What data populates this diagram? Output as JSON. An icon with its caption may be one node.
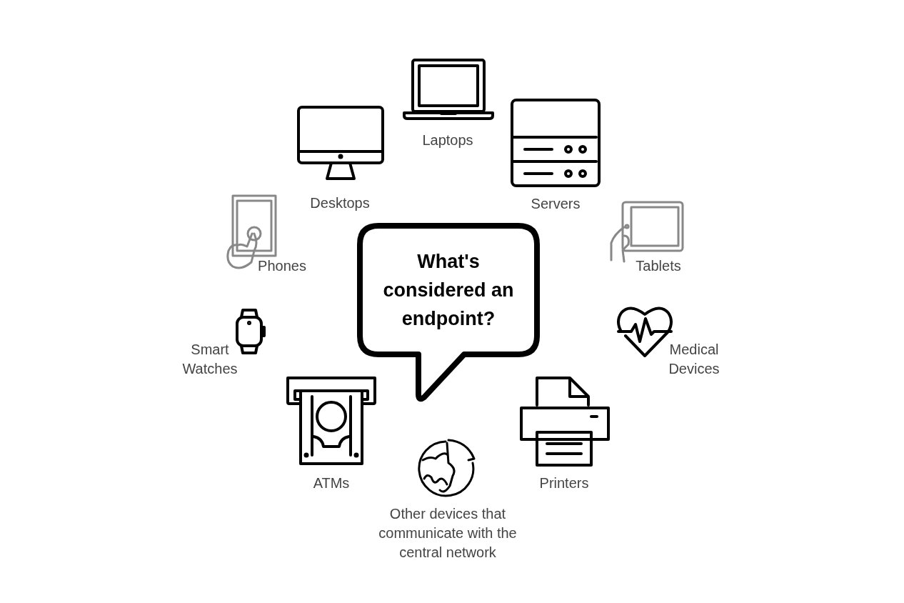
{
  "diagram": {
    "nodes": [
      {
        "text": [
          "What's considered an endpoint?"
        ]
      }
    ],
    "labels": [
      "Laptops",
      "Desktops",
      "Servers",
      "Phones",
      "Tablets",
      "Smart Watches",
      "Medical Devices",
      "ATMs",
      "Printers",
      "Other devices that communicate with the central network"
    ]
  }
}
